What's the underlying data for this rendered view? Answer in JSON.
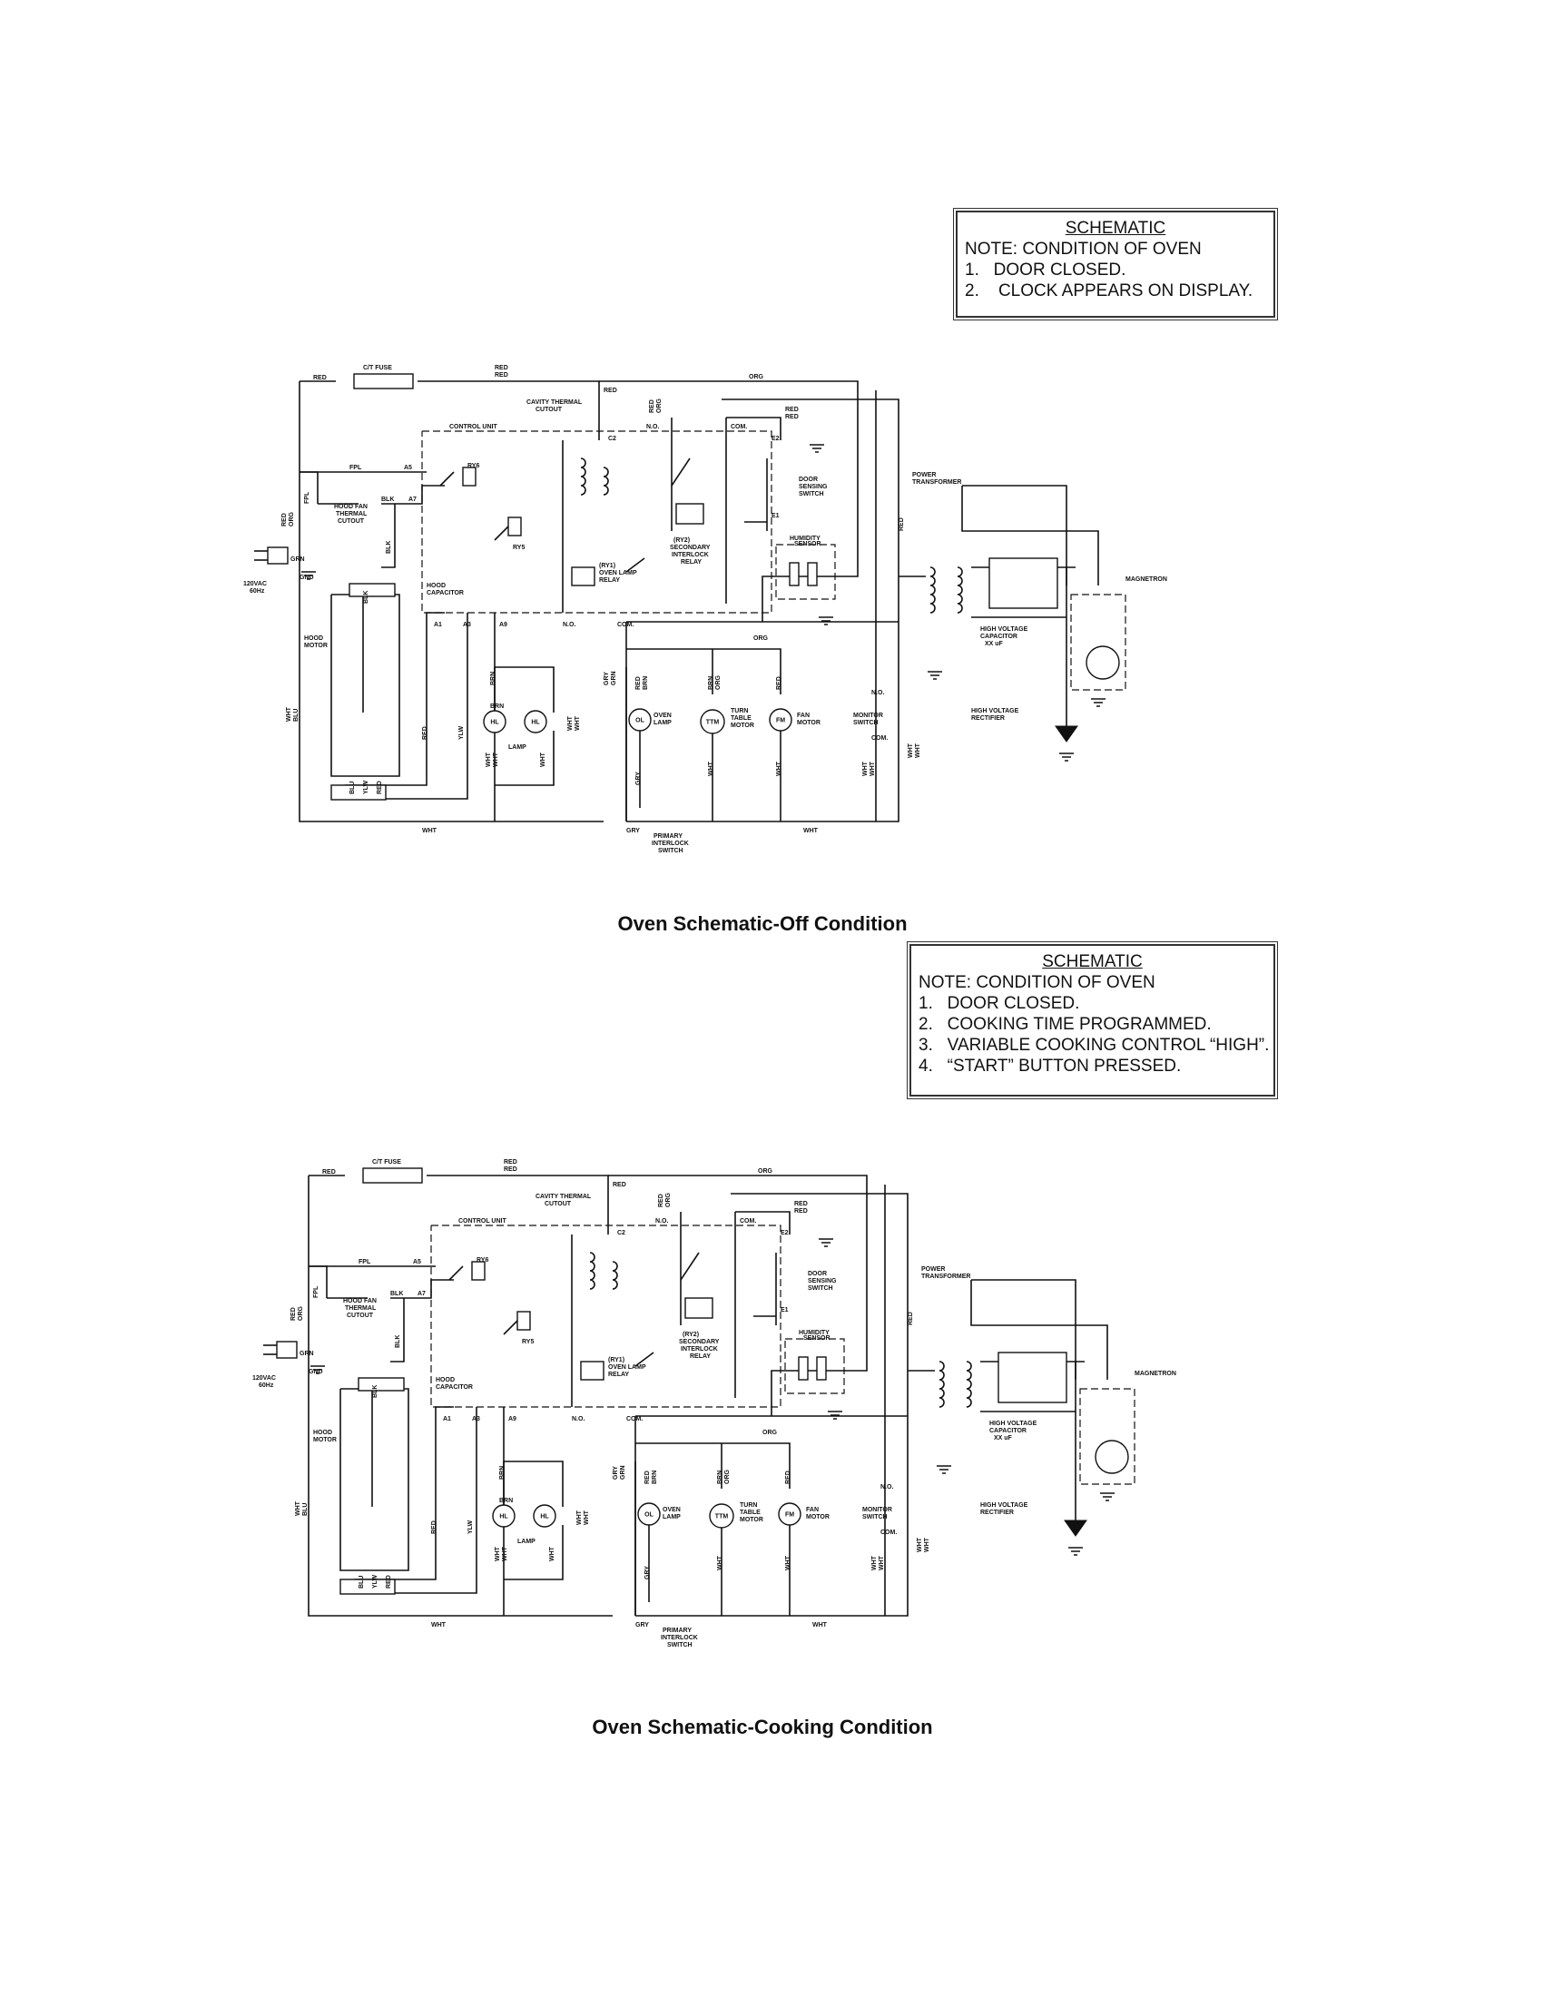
{
  "note1": {
    "title": "SCHEMATIC",
    "heading": "NOTE: CONDITION OF OVEN",
    "items": [
      "1.   DOOR CLOSED.",
      "2.    CLOCK APPEARS ON DISPLAY."
    ]
  },
  "caption1": "Oven Schematic-Off Condition",
  "note2": {
    "title": "SCHEMATIC",
    "heading": "NOTE: CONDITION OF OVEN",
    "items": [
      "1.   DOOR CLOSED.",
      "2.   COOKING TIME PROGRAMMED.",
      "3.   VARIABLE COOKING CONTROL “HIGH”.",
      "4.   “START” BUTTON PRESSED."
    ]
  },
  "caption2": "Oven Schematic-Cooking Condition",
  "labels": {
    "ct_fuse": "C/T FUSE",
    "red": "RED",
    "org": "ORG",
    "grn": "GRN",
    "gnd": "GND",
    "ac": "120VAC",
    "hz": "60Hz",
    "fpl": "FPL",
    "blk": "BLK",
    "brn": "BRN",
    "gry": "GRY",
    "ylw": "YLW",
    "blu": "BLU",
    "wht": "WHT",
    "a5": "A5",
    "a7": "A7",
    "a1": "A1",
    "a3": "A3",
    "a9": "A9",
    "c2": "C2",
    "e1": "E1",
    "e2": "E2",
    "no": "N.O.",
    "com": "COM.",
    "ry6": "RY6",
    "ry5": "RY5",
    "cavity": "CAVITY THERMAL",
    "cutout": "CUTOUT",
    "control": "CONTROL UNIT",
    "hood_fan": "HOOD FAN",
    "thermal": "THERMAL",
    "hood_cap": "HOOD",
    "capacitor": "CAPACITOR",
    "hood_motor": "HOOD",
    "motor": "MOTOR",
    "ry2": "(RY2)",
    "secondary": "SECONDARY",
    "interlock": "INTERLOCK",
    "relay": "RELAY",
    "ry1": "(RY1)",
    "oven_lamp_relay": "OVEN LAMP",
    "door": "DOOR",
    "sensing": "SENSING",
    "switch": "SWITCH",
    "humidity": "HUMIDITY",
    "sensor": "SENSOR",
    "power": "POWER",
    "transformer": "TRANSFORMER",
    "magnetron": "MAGNETRON",
    "high_voltage": "HIGH VOLTAGE",
    "xx_uf": "XX uF",
    "rectifier": "RECTIFIER",
    "hl": "HL",
    "ol": "OL",
    "ttm": "TTM",
    "fm": "FM",
    "hood_lamp": "LAMP",
    "oven": "OVEN",
    "lamp": "LAMP",
    "turn": "TURN",
    "table": "TABLE",
    "fan": "FAN",
    "monitor": "MONITOR",
    "primary": "PRIMARY"
  }
}
